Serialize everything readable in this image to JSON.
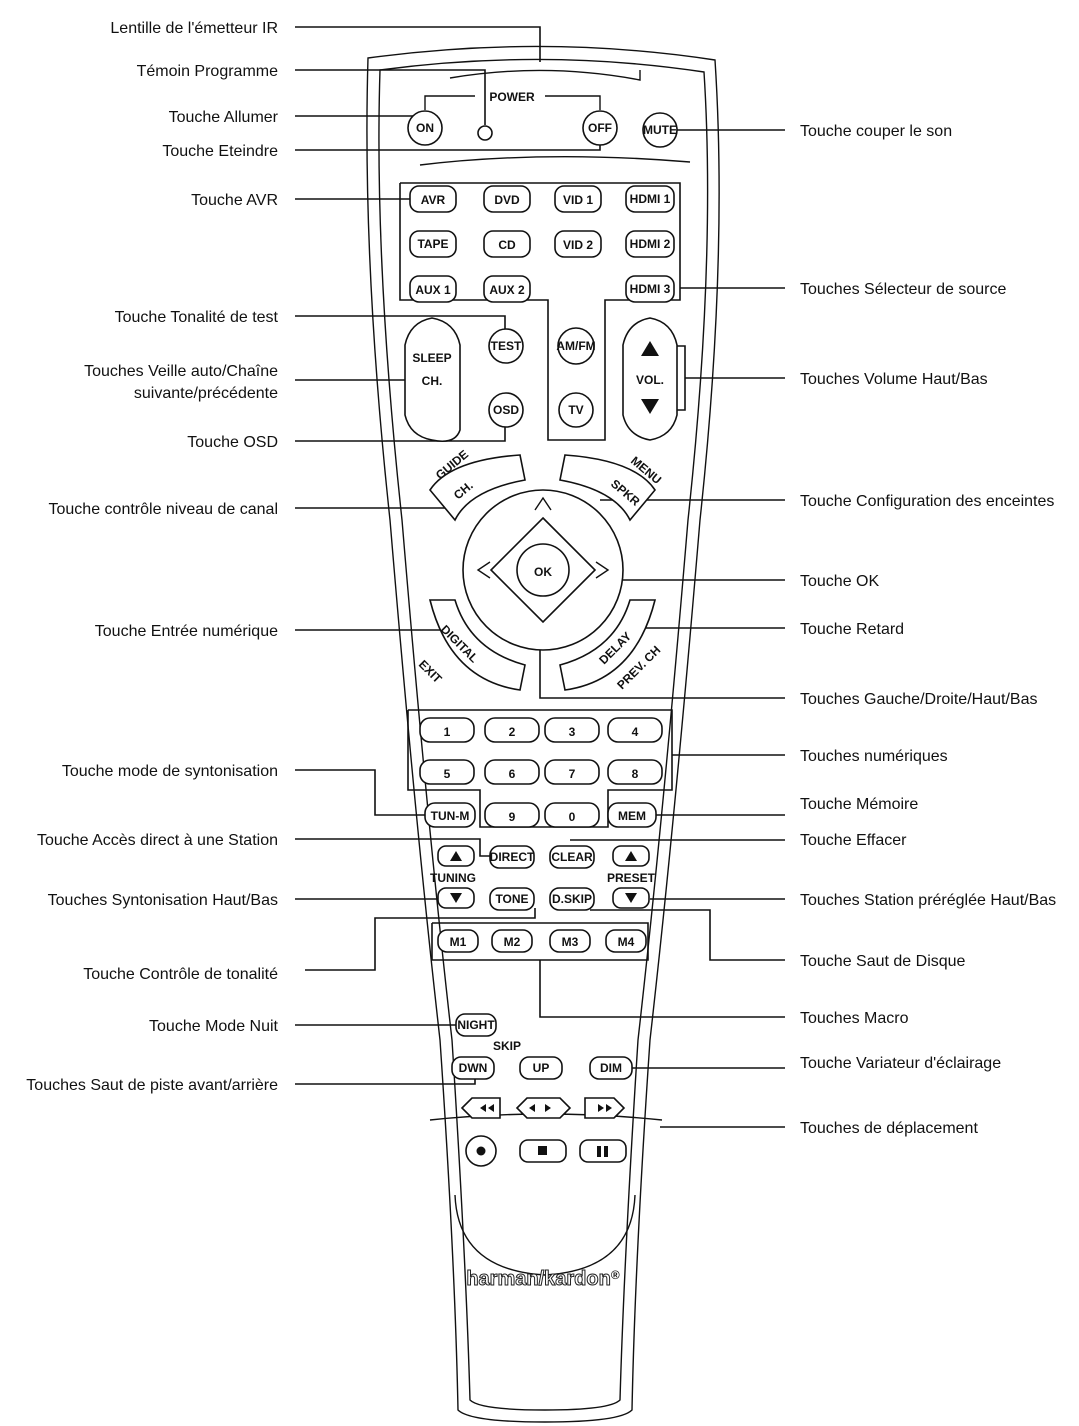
{
  "labels_left": [
    "Lentille de l'émetteur IR",
    "Témoin Programme",
    "Touche Allumer",
    "Touche Eteindre",
    "Touche AVR",
    "Touche Tonalité de test",
    "Touches Veille auto/Chaîne",
    "suivante/précédente",
    "Touche OSD",
    "Touche contrôle niveau de canal",
    "Touche Entrée numérique",
    "Touche mode de syntonisation",
    "Touche Accès direct à une Station",
    "Touches Syntonisation Haut/Bas",
    "Touche Contrôle de tonalité",
    "Touche Mode Nuit",
    "Touches Saut de piste avant/arrière"
  ],
  "labels_right": [
    "Touche couper le son",
    "Touches Sélecteur de source",
    "Touches Volume Haut/Bas",
    "Touche Configuration des enceintes",
    "Touche OK",
    "Touche Retard",
    "Touches Gauche/Droite/Haut/Bas",
    "Touches numériques",
    "Touche Mémoire",
    "Touche Effacer",
    "Touches Station préréglée Haut/Bas",
    "Touche Saut de Disque",
    "Touches Macro",
    "Touche Variateur d'éclairage",
    "Touches de déplacement"
  ],
  "remote": {
    "power": "POWER",
    "on": "ON",
    "off": "OFF",
    "mute": "MUTE",
    "sources": [
      "AVR",
      "DVD",
      "VID 1",
      "HDMI 1",
      "TAPE",
      "CD",
      "VID 2",
      "HDMI 2",
      "AUX 1",
      "AUX 2",
      "HDMI 3"
    ],
    "test": "TEST",
    "amfm": "AM/FM",
    "tv": "TV",
    "sleep": "SLEEP",
    "ch": "CH.",
    "osd": "OSD",
    "vol": "VOL.",
    "guide": "GUIDE",
    "ch_arc": "CH.",
    "menu": "MENU",
    "spkr": "SPKR",
    "ok": "OK",
    "digital": "DIGITAL",
    "exit": "EXIT",
    "delay": "DELAY",
    "prevch": "PREV. CH",
    "digits": [
      "1",
      "2",
      "3",
      "4",
      "5",
      "6",
      "7",
      "8",
      "9",
      "0"
    ],
    "tunm": "TUN-M",
    "mem": "MEM",
    "direct": "DIRECT",
    "clear": "CLEAR",
    "tuning": "TUNING",
    "preset": "PRESET",
    "tone": "TONE",
    "dskip": "D.SKIP",
    "macros": [
      "M1",
      "M2",
      "M3",
      "M4"
    ],
    "night": "NIGHT",
    "skip": "SKIP",
    "dwn": "DWN",
    "up": "UP",
    "dim": "DIM",
    "brand": "harman/kardon",
    "registered": "®"
  }
}
